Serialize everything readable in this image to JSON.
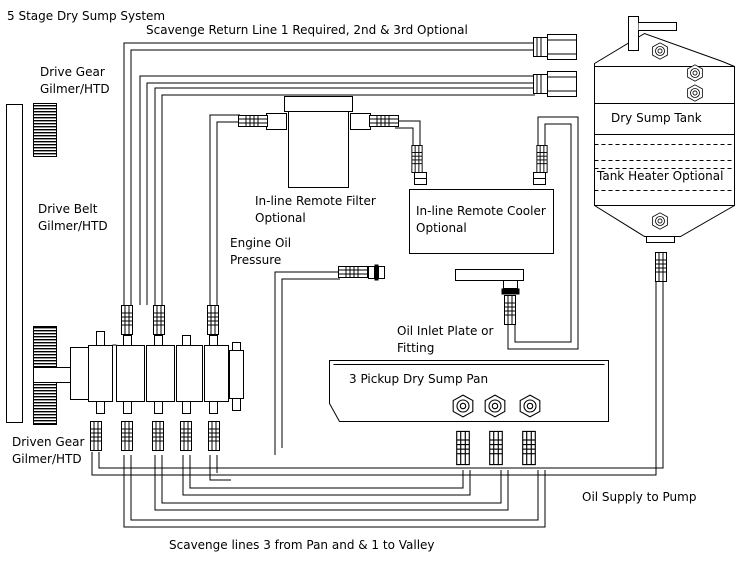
{
  "diagram": {
    "title": "5 Stage Dry Sump System",
    "scavenge_return": "Scavenge Return Line  1 Required, 2nd & 3rd Optional",
    "drive_gear": [
      "Drive Gear",
      "Gilmer/HTD"
    ],
    "drive_belt": [
      "Drive Belt",
      "Gilmer/HTD"
    ],
    "driven_gear": [
      "Driven Gear",
      "Gilmer/HTD"
    ],
    "filter": [
      "In-line Remote Filter",
      "Optional"
    ],
    "cooler": [
      "In-line Remote Cooler",
      "Optional"
    ],
    "engine_oil_pressure": [
      "Engine Oil",
      "Pressure"
    ],
    "oil_inlet": [
      "Oil Inlet Plate or",
      "Fitting"
    ],
    "tank": "Dry Sump Tank",
    "tank_heater": "Tank Heater Optional",
    "pan": "3 Pickup Dry Sump Pan",
    "oil_supply": "Oil Supply to Pump",
    "scavenge_lines": "Scavenge lines  3 from Pan and & 1 to Valley"
  }
}
